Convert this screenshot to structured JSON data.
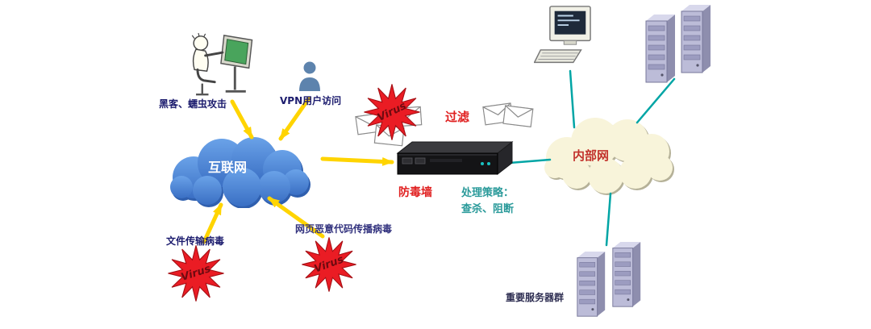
{
  "labels": {
    "hacker_attack": "黑客、蠕虫攻击",
    "vpn_access": "VPN用户访问",
    "internet": "互联网",
    "filter": "过滤",
    "firewall": "防毒墙",
    "policy_line1": "处理策略：",
    "policy_line2": "查杀、阻断",
    "intranet": "内部网",
    "file_virus": "文件传输病毒",
    "web_virus": "网页恶意代码传播病毒",
    "server_group": "重要服务器群",
    "virus": "Virus"
  },
  "colors": {
    "internet_cloud": "#4a86d8",
    "intranet_cloud": "#f8f4da",
    "virus_star": "#ea1c24",
    "arrow_yellow": "#ffd400",
    "line_teal": "#00a5a5",
    "label_red": "#e02020",
    "label_navy": "#1c1c6e",
    "label_teal": "#2a9a9a"
  },
  "icons": {
    "internet-cloud": "cloud-shape",
    "intranet-cloud": "cloud-shape",
    "hacker-figure": "person-at-terminal",
    "vpn-user-icon": "person-silhouette",
    "virus-star": "starburst",
    "envelope-icon": "envelope",
    "firewall-appliance": "rack-device",
    "desktop-pc-icon": "monitor-keyboard",
    "server-tower-icon": "tower-server"
  }
}
